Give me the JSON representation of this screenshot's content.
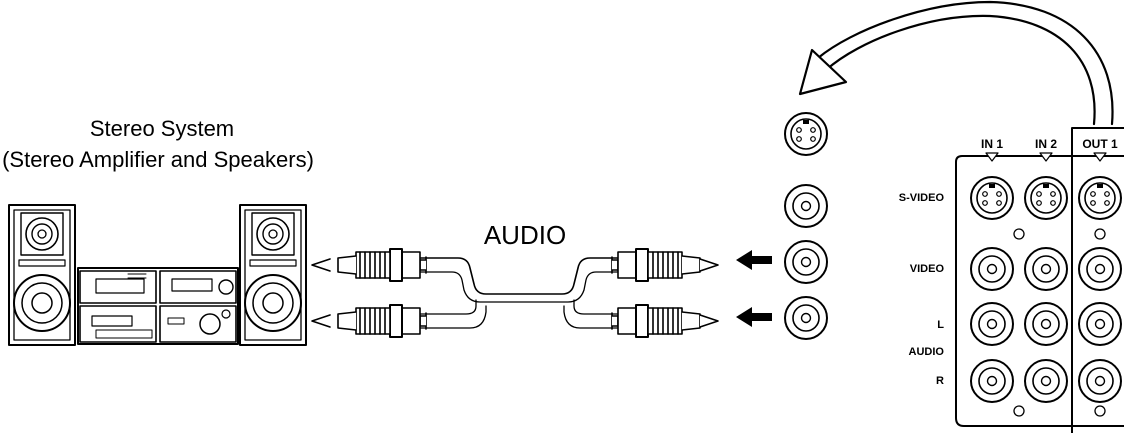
{
  "stereo": {
    "title": "Stereo System",
    "subtitle": "(Stereo Amplifier and Speakers)"
  },
  "cable": {
    "label": "AUDIO"
  },
  "panel": {
    "col_in1": "IN 1",
    "col_in2": "IN 2",
    "col_out1": "OUT 1",
    "row_svideo": "S-VIDEO",
    "row_video": "VIDEO",
    "row_l": "L",
    "row_audio": "AUDIO",
    "row_r": "R"
  }
}
